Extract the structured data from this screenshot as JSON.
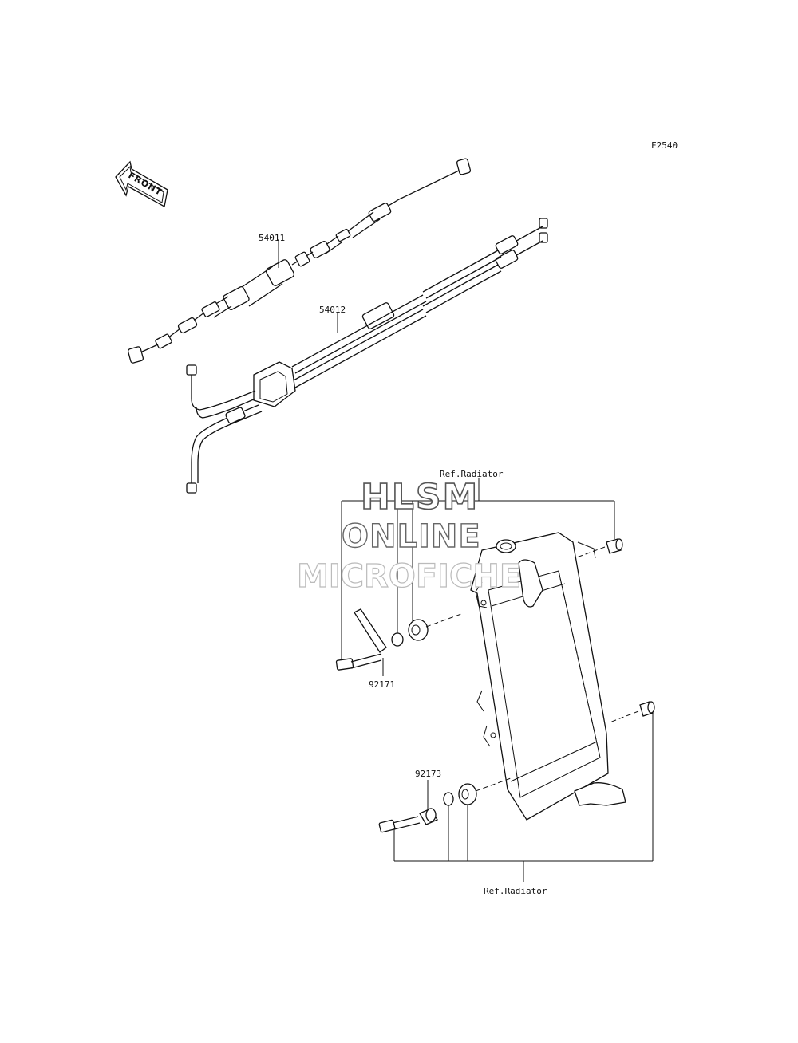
{
  "diagram": {
    "figure_code": "F2540",
    "front_marker": "FRONT",
    "watermark": {
      "line1": "HLSM",
      "line2": "ONLINE",
      "line3": "MICROFICHE"
    },
    "callouts": {
      "cable_upper": "54011",
      "cable_lower": "54012",
      "bracket": "92171",
      "collar": "92173",
      "ref_top": "Ref.Radiator",
      "ref_bottom": "Ref.Radiator"
    }
  }
}
